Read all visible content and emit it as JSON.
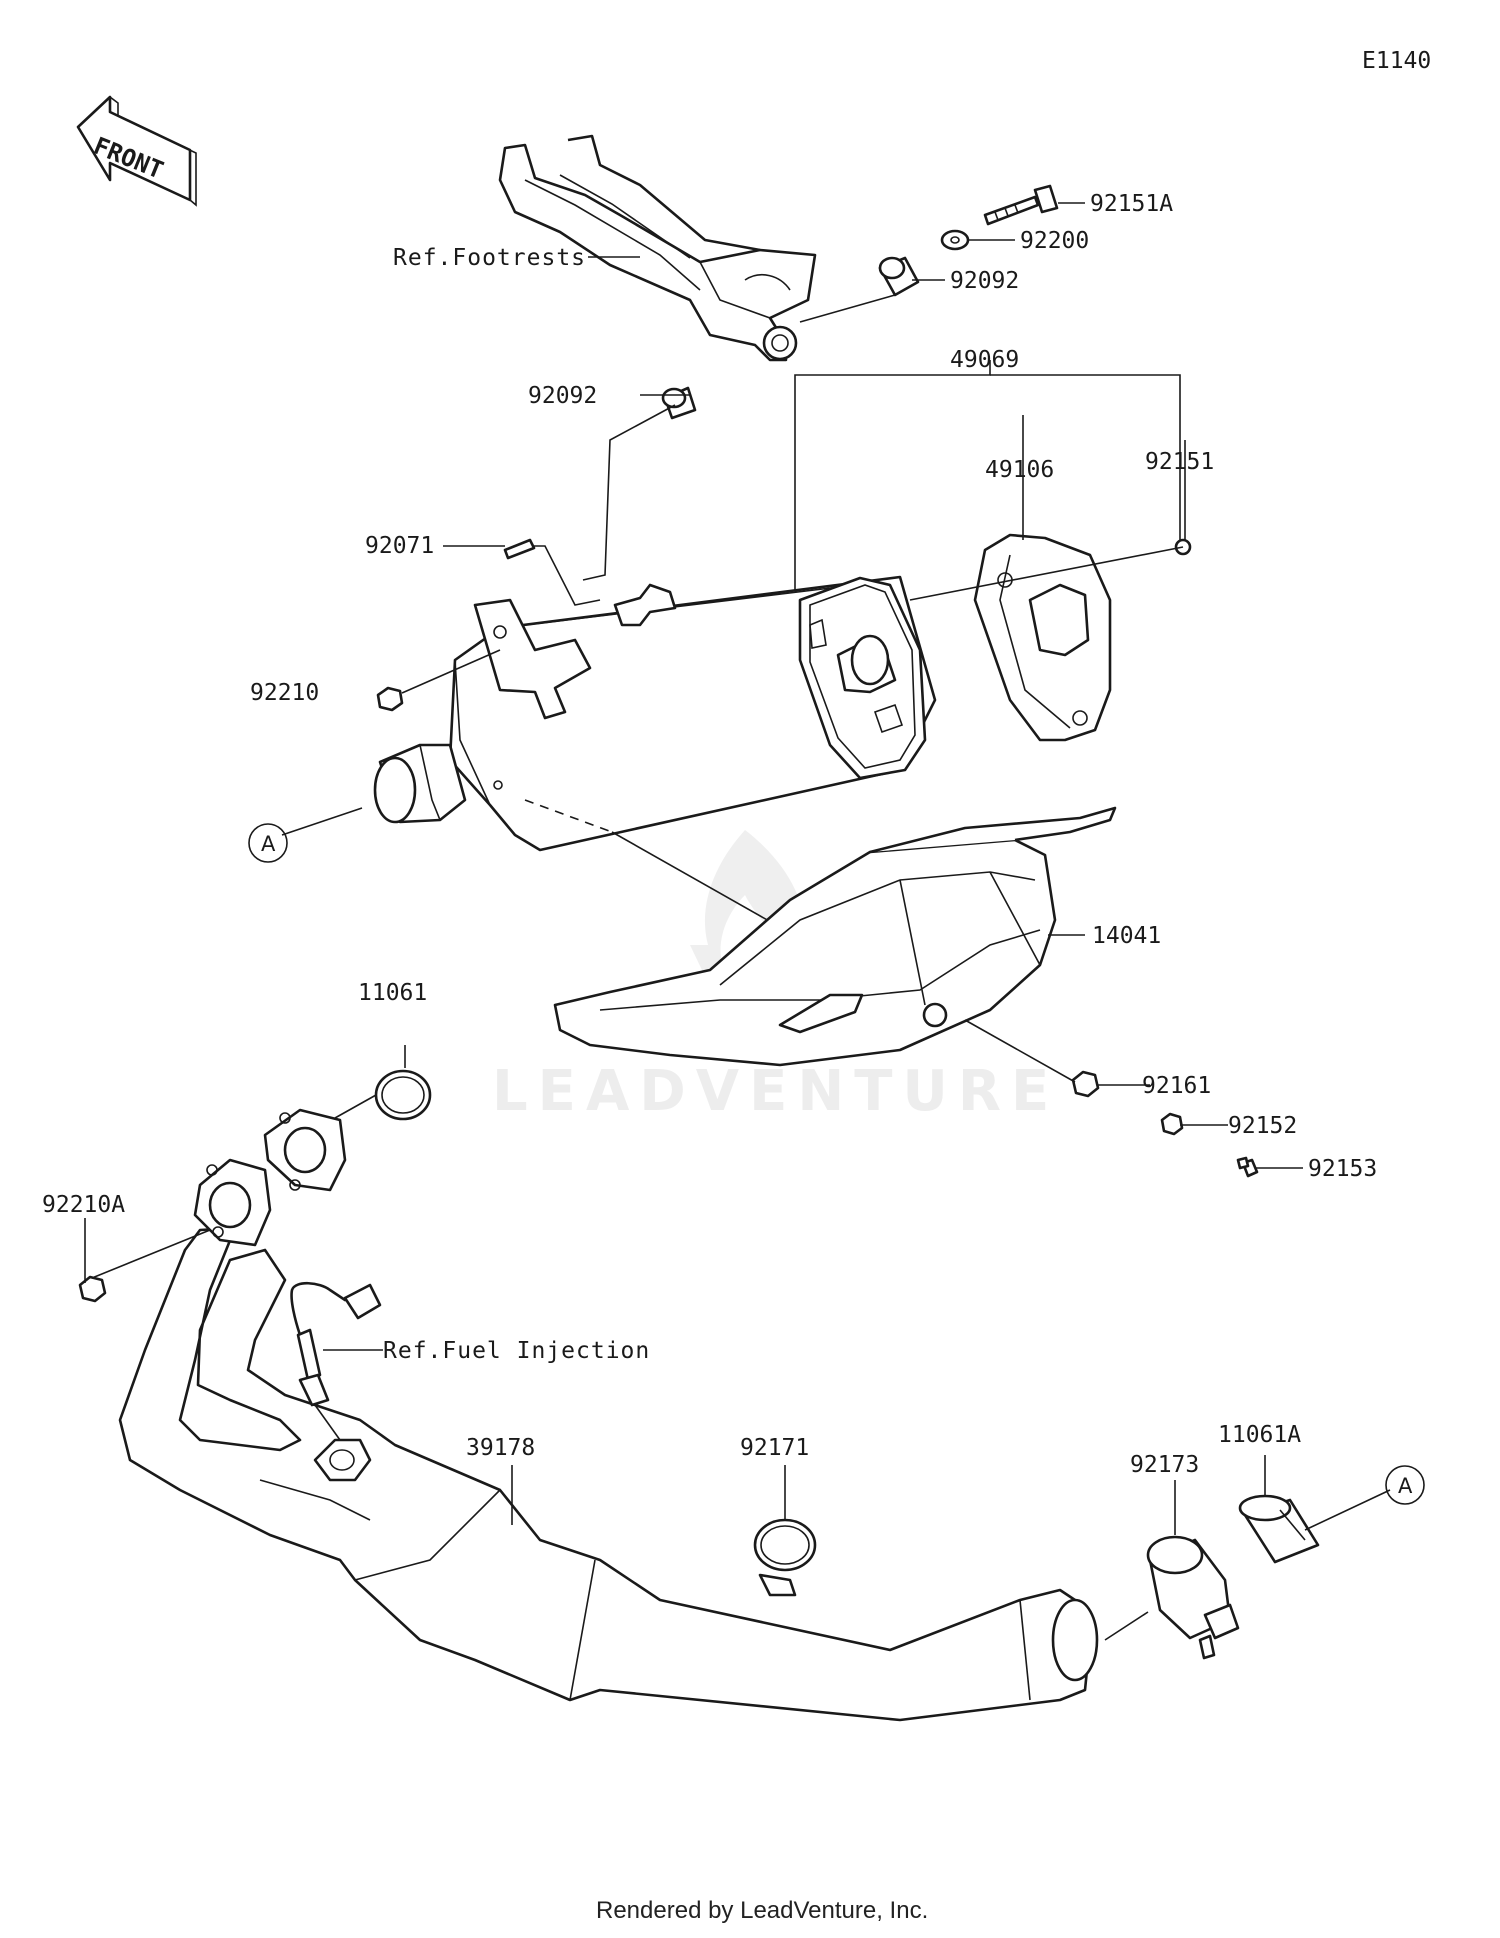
{
  "diagram_code": "E1140",
  "front_label": "FRONT",
  "watermark": "LEADVENTURE",
  "footer": "Rendered by LeadVenture, Inc.",
  "callouts": {
    "p92151A": "92151A",
    "p92200": "92200",
    "p92092_right": "92092",
    "p92092_left": "92092",
    "p49069": "49069",
    "p49106": "49106",
    "p92151": "92151",
    "p92071": "92071",
    "p92210": "92210",
    "p14041": "14041",
    "p11061": "11061",
    "p92161": "92161",
    "p92152": "92152",
    "p92153": "92153",
    "p92210A": "92210A",
    "p39178": "39178",
    "p92171": "92171",
    "p92173": "92173",
    "p11061A": "11061A"
  },
  "refs": {
    "footrests": "Ref.Footrests",
    "fuel_injection": "Ref.Fuel Injection"
  },
  "connector_label": "A"
}
